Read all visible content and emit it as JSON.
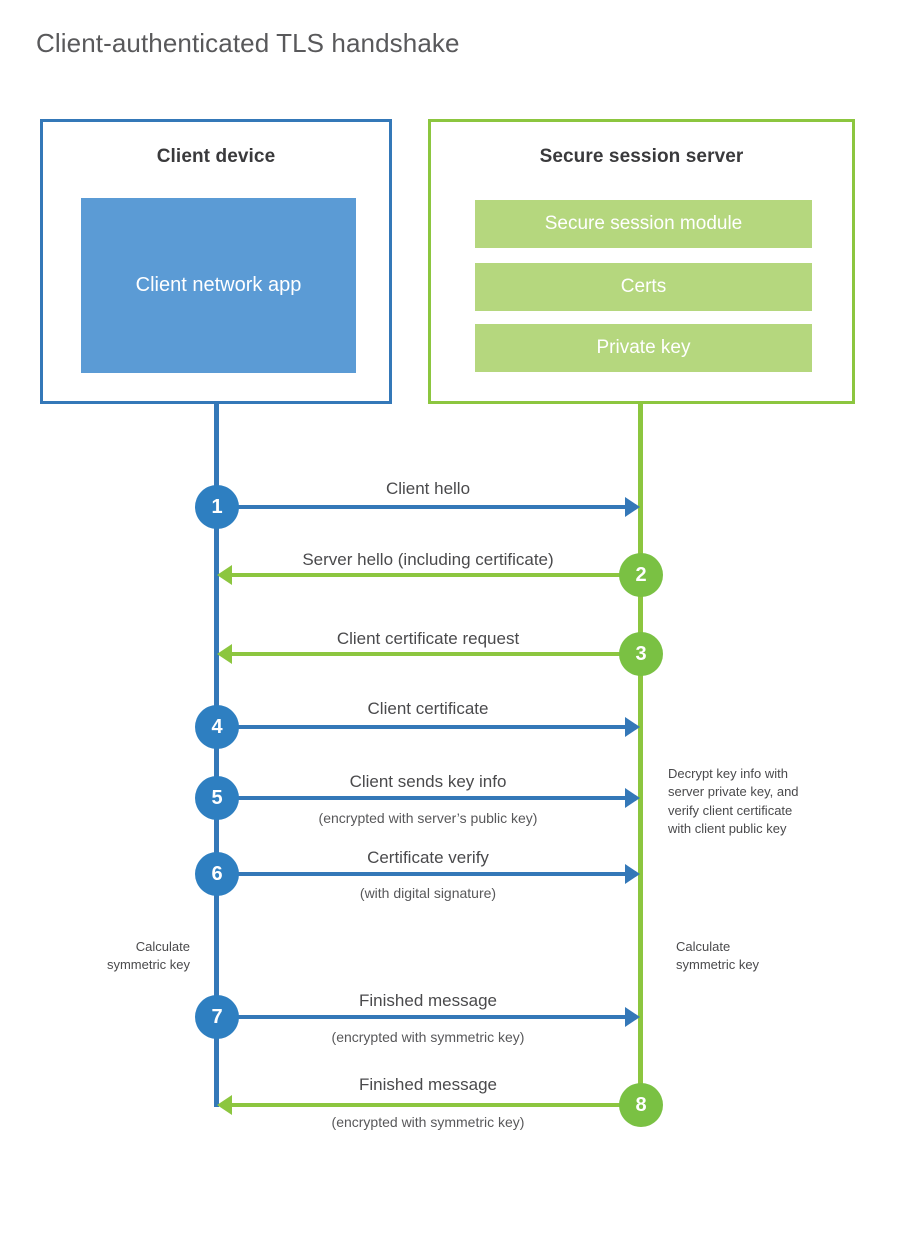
{
  "diagram": {
    "title": "Client-authenticated TLS handshake",
    "colors": {
      "client_blue": "#3478b8",
      "client_app_fill": "#5b9bd5",
      "client_badge": "#2e7fc1",
      "server_green": "#8cc63f",
      "server_module_fill": "#b5d77e",
      "server_badge": "#7ac143",
      "title_text": "#59595b",
      "body_text": "#4a4a4c"
    }
  },
  "parties": {
    "client": {
      "title": "Client device",
      "app_label": "Client network app"
    },
    "server": {
      "title": "Secure session server",
      "modules": [
        {
          "label": "Secure session module"
        },
        {
          "label": "Certs"
        },
        {
          "label": "Private key"
        }
      ]
    }
  },
  "steps": [
    {
      "number": "1",
      "label": "Client hello",
      "sub": "",
      "direction": "client-to-server",
      "side": "client"
    },
    {
      "number": "2",
      "label": "Server hello (including certificate)",
      "sub": "",
      "direction": "server-to-client",
      "side": "server"
    },
    {
      "number": "3",
      "label": "Client certificate request",
      "sub": "",
      "direction": "server-to-client",
      "side": "server"
    },
    {
      "number": "4",
      "label": "Client certificate",
      "sub": "",
      "direction": "client-to-server",
      "side": "client"
    },
    {
      "number": "5",
      "label": "Client sends key info",
      "sub": "(encrypted with server’s public key)",
      "direction": "client-to-server",
      "side": "client"
    },
    {
      "number": "6",
      "label": "Certificate verify",
      "sub": "(with digital signature)",
      "direction": "client-to-server",
      "side": "client"
    },
    {
      "number": "7",
      "label": "Finished message",
      "sub": "(encrypted with symmetric key)",
      "direction": "client-to-server",
      "side": "client"
    },
    {
      "number": "8",
      "label": "Finished message",
      "sub": "(encrypted with symmetric key)",
      "direction": "server-to-client",
      "side": "server"
    }
  ],
  "notes": {
    "server_decrypt": [
      "Decrypt key info with",
      "server private key, and",
      "verify client certificate",
      "with client public key"
    ],
    "client_calculate": [
      "Calculate",
      "symmetric key"
    ],
    "server_calculate": [
      "Calculate",
      "symmetric key"
    ]
  }
}
